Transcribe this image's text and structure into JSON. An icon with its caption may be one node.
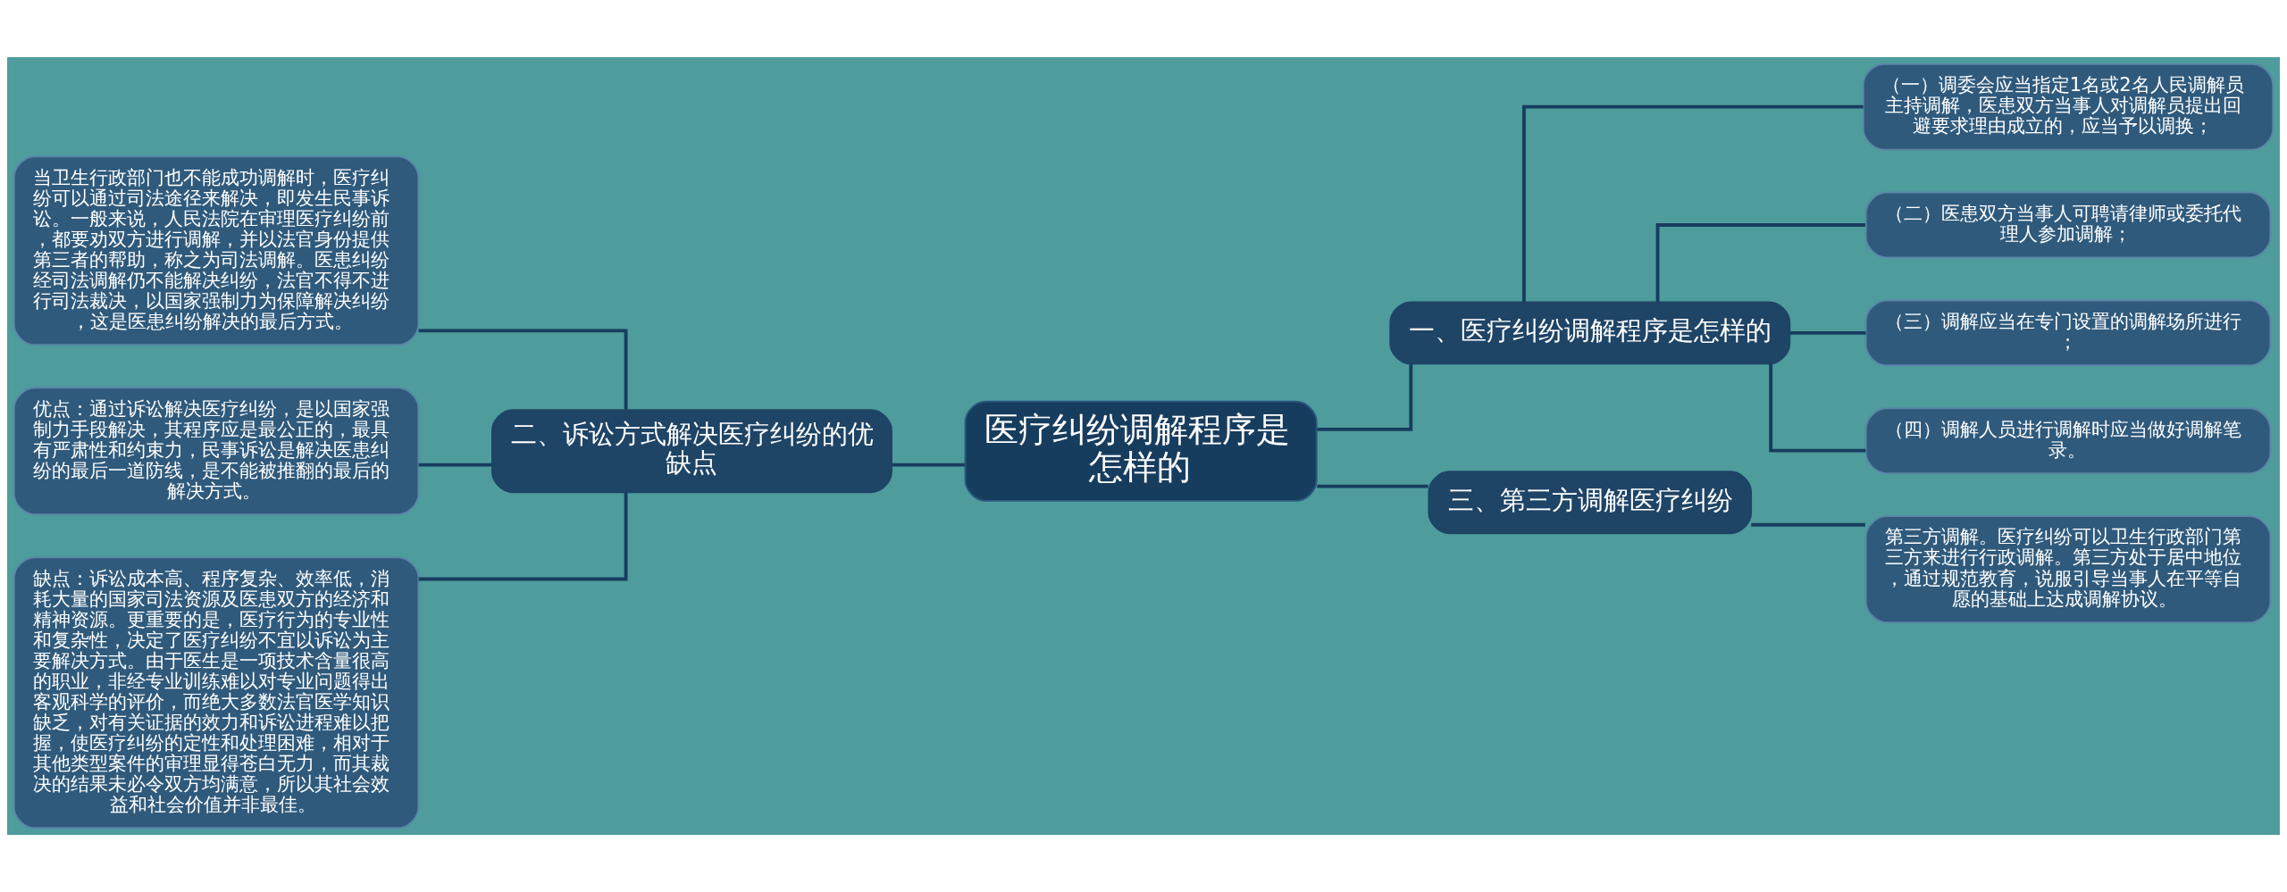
{
  "diagram": {
    "nodes": [
      {
        "text": [
          "医疗纠纷调解程序是怎样的"
        ]
      },
      {
        "text": [
          "一、医疗纠纷调解程序是怎样的"
        ]
      },
      {
        "text": [
          "（一）调委会应当指定1名或2名人民调解员主持调解，医患双方当事人对调解员提出回避要求理由成立的，应当予以调换；"
        ]
      },
      {
        "text": [
          "（二）医患双方当事人可聘请律师或委托代理人参加调解；"
        ]
      },
      {
        "text": [
          "（三）调解应当在专门设置的调解场所进行；"
        ]
      },
      {
        "text": [
          "（四）调解人员进行调解时应当做好调解笔录。"
        ]
      },
      {
        "text": [
          "三、第三方调解医疗纠纷"
        ]
      },
      {
        "text": [
          "第三方调解。医疗纠纷可以卫生行政部门第三方来进行行政调解。第三方处于居中地位，通过规范教育，说服引导当事人在平等自愿的基础上达成调解协议。"
        ]
      },
      {
        "text": [
          "二、诉讼方式解决医疗纠纷的优缺点"
        ]
      },
      {
        "text": [
          "当卫生行政部门也不能成功调解时，医疗纠纷可以通过司法途径来解决，即发生民事诉讼。一般来说，人民法院在审理医疗纠纷前，都要劝双方进行调解，并以法官身份提供第三者的帮助，称之为司法调解。医患纠纷经司法调解仍不能解决纠纷，法官不得不进行司法裁决，以国家强制力为保障解决纠纷，这是医患纠纷解决的最后方式。"
        ]
      },
      {
        "text": [
          "优点：通过诉讼解决医疗纠纷，是以国家强制力手段解决，其程序应是最公正的，最具有严肃性和约束力，民事诉讼是解决医患纠纷的最后一道防线，是不能被推翻的最后的解决方式。"
        ]
      },
      {
        "text": [
          "缺点：诉讼成本高、程序复杂、效率低，消耗大量的国家司法资源及医患双方的经济和精神资源。更重要的是，医疗行为的专业性和复杂性，决定了医疗纠纷不宜以诉讼为主要解决方式。由于医生是一项技术含量很高的职业，非经专业训练难以对专业问题得出客观科学的评价，而绝大多数法官医学知识缺乏，对有关证据的效力和诉讼进程难以把握，使医疗纠纷的定性和处理困难，相对于其他类型案件的审理显得苍白无力，而其裁决的结果未必令双方均满意，所以其社会效益和社会价值并非最佳。"
        ]
      }
    ],
    "edges": [
      {
        "from": 0,
        "to": 1,
        "arrow": "none"
      },
      {
        "from": 1,
        "to": 2,
        "arrow": "none"
      },
      {
        "from": 1,
        "to": 3,
        "arrow": "none"
      },
      {
        "from": 1,
        "to": 4,
        "arrow": "none"
      },
      {
        "from": 1,
        "to": 5,
        "arrow": "none"
      },
      {
        "from": 0,
        "to": 6,
        "arrow": "none"
      },
      {
        "from": 6,
        "to": 7,
        "arrow": "none"
      },
      {
        "from": 0,
        "to": 8,
        "arrow": "none"
      },
      {
        "from": 8,
        "to": 9,
        "arrow": "none"
      },
      {
        "from": 8,
        "to": 10,
        "arrow": "none"
      },
      {
        "from": 8,
        "to": 11,
        "arrow": "none"
      }
    ]
  }
}
